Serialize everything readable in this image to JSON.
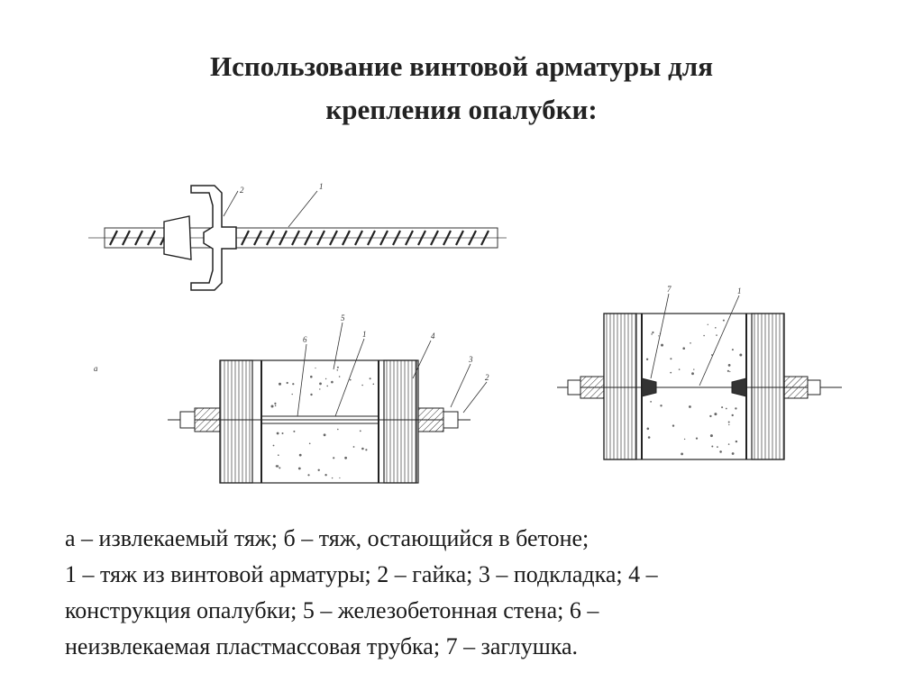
{
  "title": {
    "line1": "Использование винтовой арматуры для",
    "line2": "крепления опалубки:"
  },
  "figure": {
    "label_a": "а",
    "top_labels": [
      "2",
      "1"
    ],
    "left_labels": [
      "6",
      "5",
      "1",
      "4",
      "3",
      "2"
    ],
    "right_labels": [
      "7",
      "1"
    ]
  },
  "caption": {
    "line1": "а – извлекаемый тяж; б – тяж, остающийся в бетоне;",
    "line2": "1 – тяж из винтовой арматуры; 2 – гайка; 3 – подкладка; 4 –",
    "line3": "конструкция опалубки; 5 – железобетонная стена; 6 –",
    "line4": "неизвлекаемая пластмассовая трубка; 7 – заглушка."
  }
}
